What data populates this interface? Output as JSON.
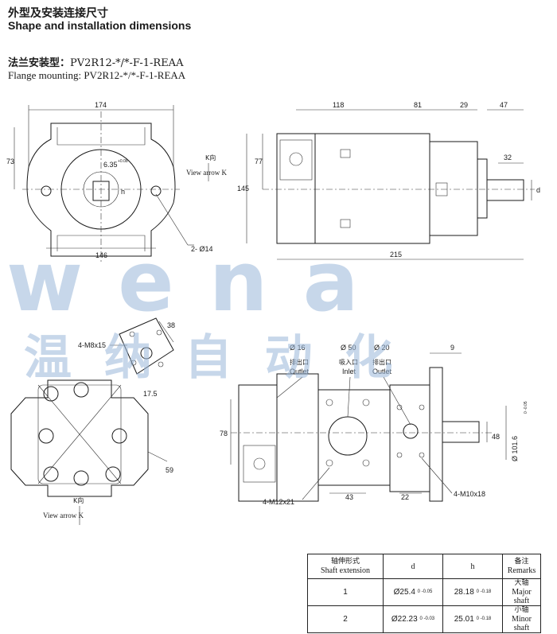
{
  "header": {
    "title_cn": "外型及安装连接尺寸",
    "title_en": "Shape and installation dimensions"
  },
  "flange": {
    "label_cn": "法兰安装型：",
    "model_cn": "PV2R12-*/*-F-1-REAA",
    "label_en": "Flange mounting: PV2R12-*/*-F-1-REAA"
  },
  "dims": {
    "d174": "174",
    "d73": "73",
    "d146": "146",
    "d6_35": "6.35",
    "d6_35_tol": "+0.08",
    "h": "h",
    "holes": "2- Ø14",
    "k_cn": "K向",
    "k_en": "View arrow K",
    "d118": "118",
    "d81": "81",
    "d29": "29",
    "d47": "47",
    "d32": "32",
    "d77": "77",
    "d145": "145",
    "d215": "215",
    "d": "d",
    "m8": "4-M8x15",
    "d38": "38",
    "d17_5": "17.5",
    "d59": "59",
    "k2_cn": "K向",
    "k2_en": "View arrow K",
    "o16": "Ø 16",
    "o50": "Ø 50",
    "o20": "Ø 20",
    "out1_cn": "排出口",
    "out1_en": "Outlet",
    "in_cn": "吸入口",
    "in_en": "Inlet",
    "out2_cn": "排出口",
    "out2_en": "Outlet",
    "d9": "9",
    "d78": "78",
    "d48": "48",
    "d101": "Ø 101.6",
    "d101_tol": "0 -0.05",
    "m12": "4-M12x21",
    "d43": "43",
    "d22": "22",
    "m10": "4-M10x18"
  },
  "watermark": {
    "brand": "wena",
    "cn": "温 纳 自 动 化"
  },
  "spec_table": {
    "headers": [
      {
        "cn": "轴伸形式",
        "en": "Shaft extension"
      },
      {
        "cn": "",
        "en": "d"
      },
      {
        "cn": "",
        "en": "h"
      },
      {
        "cn": "备注",
        "en": "Remarks"
      }
    ],
    "rows": [
      {
        "no": "1",
        "d": "Ø25.4",
        "d_tol": "0 -0.05",
        "h": "28.18",
        "h_tol": "0 -0.18",
        "remark_cn": "大轴",
        "remark_en": "Major shaft"
      },
      {
        "no": "2",
        "d": "Ø22.23",
        "d_tol": "0 -0.03",
        "h": "25.01",
        "h_tol": "0 -0.18",
        "remark_cn": "小轴",
        "remark_en": "Minor shaft"
      }
    ]
  }
}
